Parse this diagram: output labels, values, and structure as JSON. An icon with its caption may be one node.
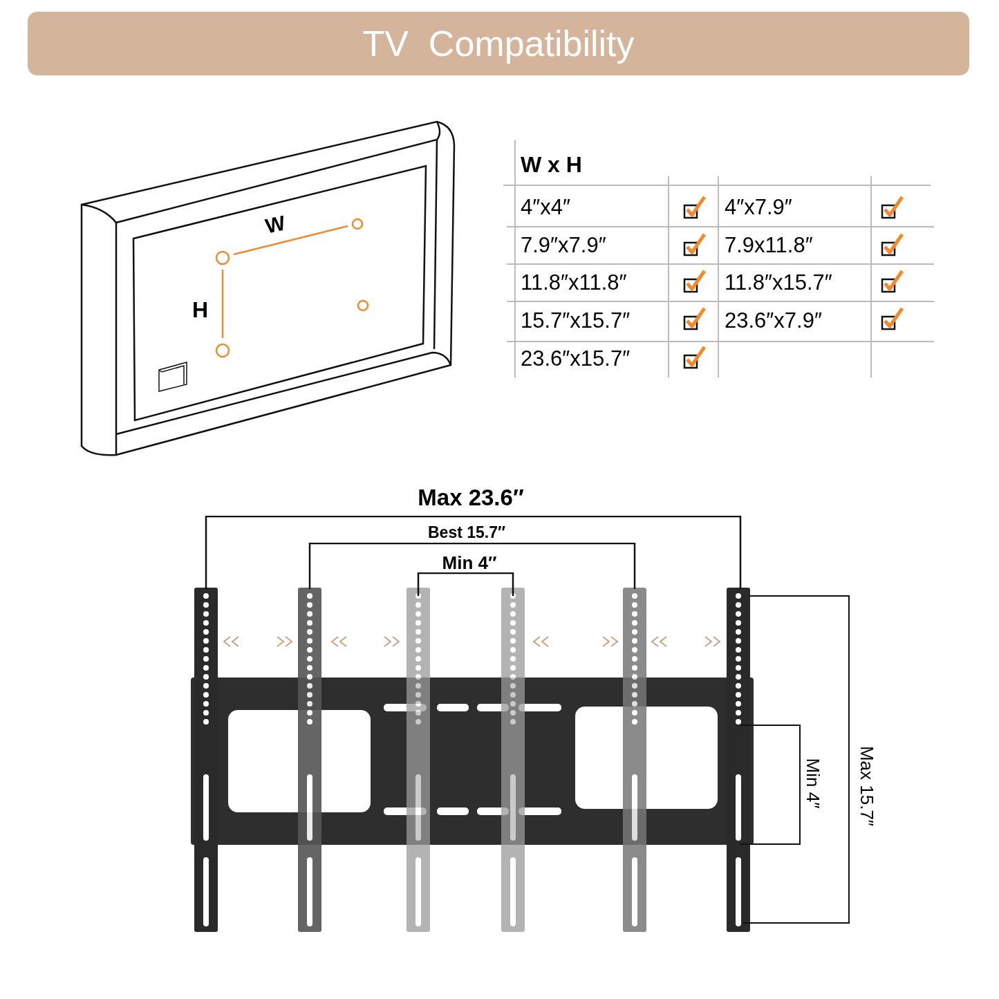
{
  "diagram": {
    "title": "TV  Compatibility",
    "labels": [
      "W",
      "H",
      "W x H",
      "4″x4″",
      "4″x7.9″",
      "7.9″x7.9″",
      "7.9x11.8″",
      "11.8″x11.8″",
      "11.8″x15.7″",
      "15.7″x15.7″",
      "23.6″x7.9″",
      "23.6″x15.7″",
      "Max 23.6″",
      "Best 15.7″",
      "Min 4″",
      "Min 4″",
      "Max 15.7″"
    ]
  }
}
